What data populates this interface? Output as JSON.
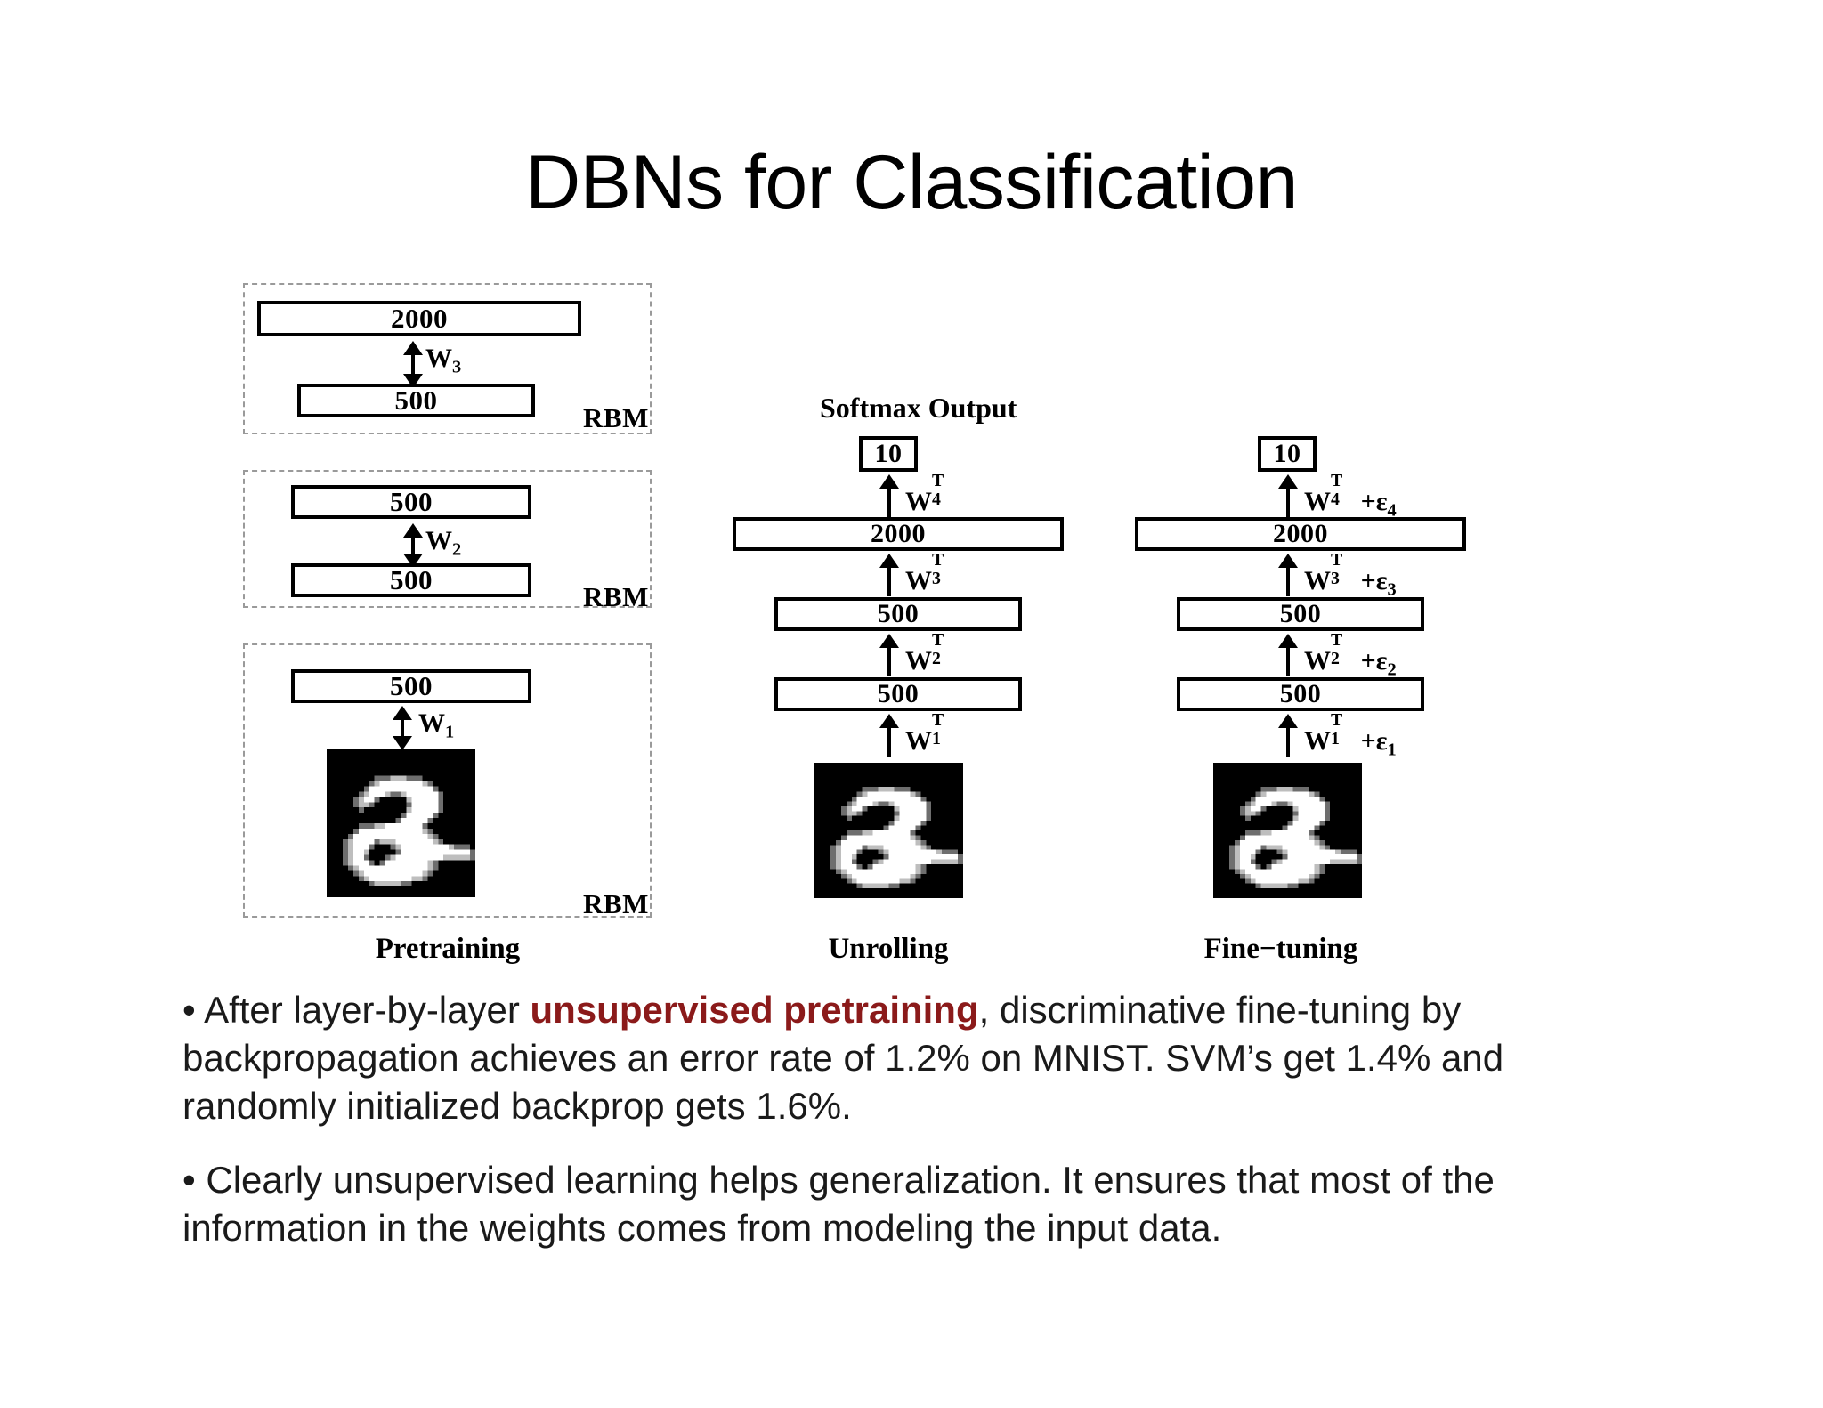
{
  "slide": {
    "title": "DBNs for Classification"
  },
  "diagram": {
    "columns": [
      {
        "caption": "Pretraining"
      },
      {
        "caption": "Unrolling"
      },
      {
        "caption": "Fine−tuning"
      }
    ],
    "pretraining": {
      "rbm_label": "RBM",
      "blocks": [
        {
          "top_layer": "2000",
          "bottom_layer": "500",
          "weight": "W",
          "weight_sub": "3",
          "rbm_label": "RBM"
        },
        {
          "top_layer": "500",
          "bottom_layer": "500",
          "weight": "W",
          "weight_sub": "2",
          "rbm_label": "RBM"
        },
        {
          "top_layer": "500",
          "bottom_layer": "image",
          "weight": "W",
          "weight_sub": "1",
          "rbm_label": "RBM"
        }
      ]
    },
    "unrolling": {
      "softmax_label": "Softmax Output",
      "layers": [
        "10",
        "2000",
        "500",
        "500",
        "image"
      ],
      "weights": [
        {
          "base": "W",
          "sup": "T",
          "sub": "4"
        },
        {
          "base": "W",
          "sup": "T",
          "sub": "3"
        },
        {
          "base": "W",
          "sup": "T",
          "sub": "2"
        },
        {
          "base": "W",
          "sup": "T",
          "sub": "1"
        }
      ]
    },
    "finetuning": {
      "layers": [
        "10",
        "2000",
        "500",
        "500",
        "image"
      ],
      "weights": [
        {
          "base": "W",
          "sup": "T",
          "sub": "4",
          "eps": "ε",
          "eps_sub": "4"
        },
        {
          "base": "W",
          "sup": "T",
          "sub": "3",
          "eps": "ε",
          "eps_sub": "3"
        },
        {
          "base": "W",
          "sup": "T",
          "sub": "2",
          "eps": "ε",
          "eps_sub": "2"
        },
        {
          "base": "W",
          "sup": "T",
          "sub": "1",
          "eps": "ε",
          "eps_sub": "1"
        }
      ]
    }
  },
  "bullets": [
    {
      "bullet": "•",
      "pre": "After layer-by-layer ",
      "highlight": "unsupervised pretraining",
      "post": ", discriminative fine-tuning by backpropagation achieves an error rate of 1.2% on MNIST. SVM’s get 1.4% and randomly initialized backprop gets 1.6%."
    },
    {
      "bullet": "•",
      "pre": "Clearly unsupervised learning helps generalization. It ensures that most of the information in the weights comes from modeling the input data.",
      "highlight": "",
      "post": ""
    }
  ],
  "colors": {
    "highlight": "#8b1a1a",
    "text": "#1a1a1a",
    "dashed_border": "#9a9a9a",
    "box_border": "#000000",
    "digit_bg": "#000000",
    "digit_fg": "#ffffff"
  }
}
